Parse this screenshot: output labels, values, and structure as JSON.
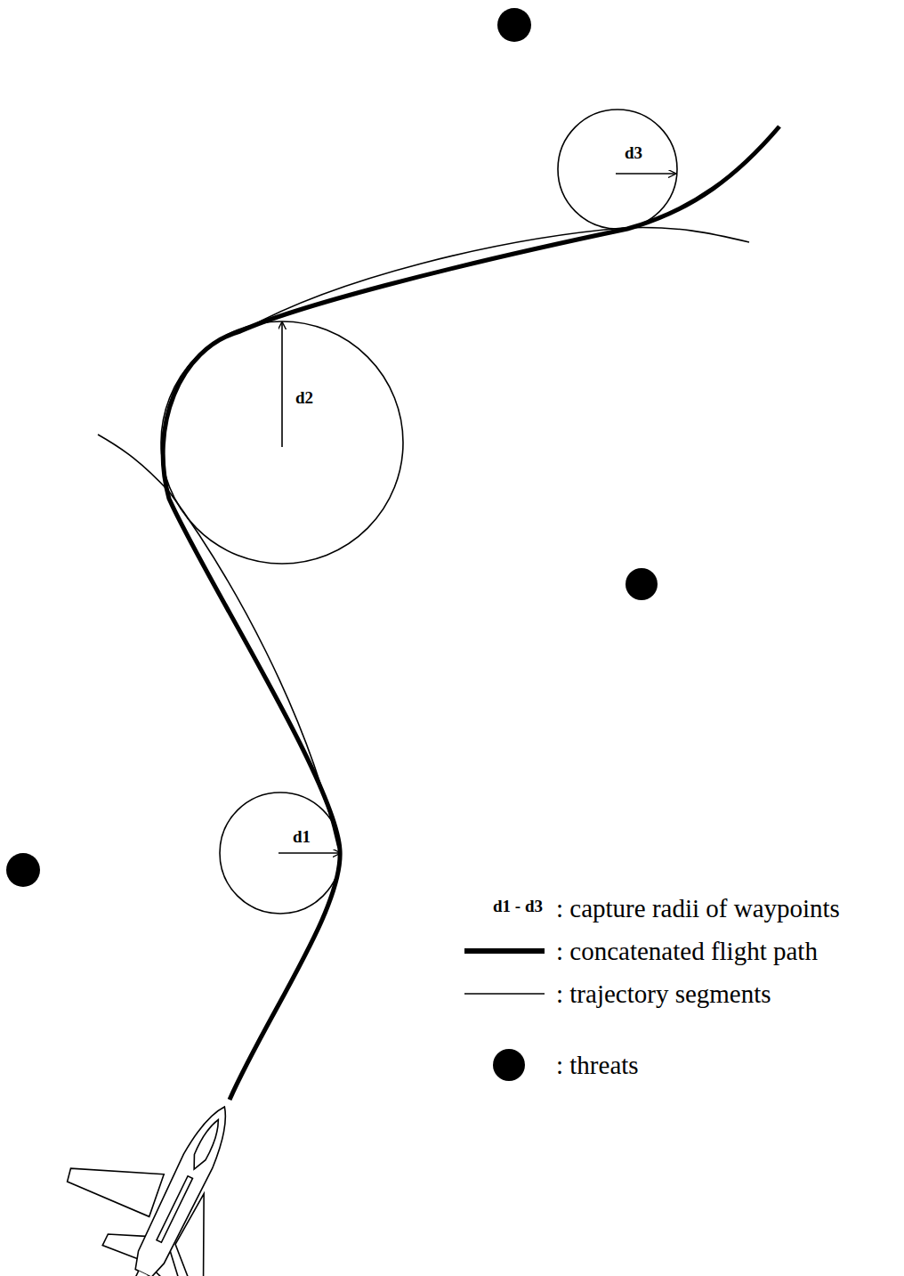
{
  "diagram": {
    "nodes": [
      {
        "text": [
          "d3"
        ]
      },
      {
        "text": [
          "d2"
        ]
      },
      {
        "text": [
          "d1"
        ]
      }
    ],
    "labels": [
      "d1 - d3"
    ],
    "legend": [
      {
        "text": ": capture radii of waypoints"
      },
      {
        "text": ": concatenated flight path"
      },
      {
        "text": ": trajectory segments"
      },
      {
        "text": ": threats"
      }
    ]
  }
}
